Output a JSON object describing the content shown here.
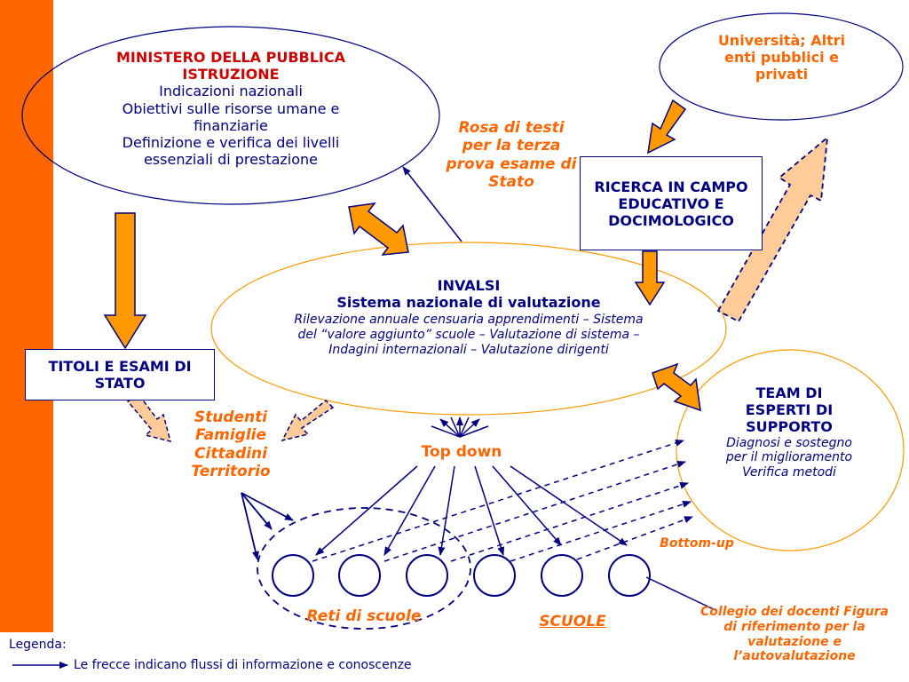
{
  "ministero": {
    "title": "MINISTERO DELLA PUBBLICA ISTRUZIONE",
    "line1": "Indicazioni nazionali",
    "line2": "Obiettivi sulle risorse umane e finanziarie",
    "line3": "Definizione e verifica dei livelli essenziali di prestazione"
  },
  "universita": {
    "text": "Università; Altri enti pubblici e privati"
  },
  "rosa": {
    "text": "Rosa di testi per la terza prova esame di Stato"
  },
  "ricerca": {
    "text": "RICERCA IN CAMPO EDUCATIVO E DOCIMOLOGICO"
  },
  "invalsi": {
    "title": "INVALSI",
    "subtitle": "Sistema nazionale di valutazione",
    "description": "Rilevazione annuale censuaria apprendimenti – Sistema del “valore aggiunto” scuole – Valutazione di sistema – Indagini internazionali – Valutazione dirigenti"
  },
  "titoli": {
    "text": "TITOLI E ESAMI DI STATO"
  },
  "studenti": {
    "text": "Studenti Famiglie Cittadini Territorio"
  },
  "team": {
    "title": "TEAM DI ESPERTI DI SUPPORTO",
    "description": "Diagnosi e sostegno per il miglioramento Verifica metodi"
  },
  "top_down": "Top down",
  "bottom_up": "Bottom-up",
  "reti": "Reti di scuole",
  "scuole": "SCUOLE",
  "collegio": {
    "text": "Collegio dei docenti Figura di riferimento per la valutazione e l’autovalutazione"
  },
  "legend": {
    "title": "Legenda:",
    "text": "Le frecce indicano flussi di informazione e conoscenze"
  },
  "colors": {
    "navy": "#000080",
    "orange": "#ff6600",
    "arrow_fill": "#ff9900",
    "light_arrow": "#ffcc99"
  }
}
